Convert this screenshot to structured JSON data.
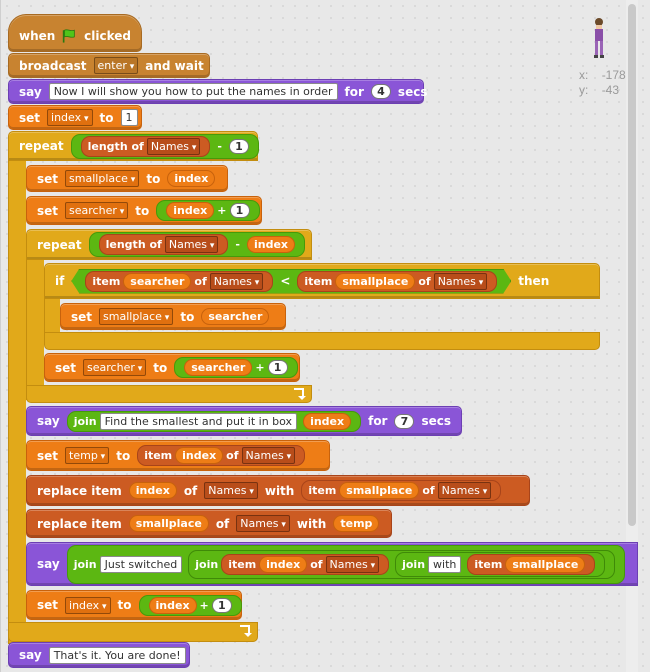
{
  "stage": {
    "x_label": "x:",
    "x_value": "-178",
    "y_label": "y:",
    "y_value": "-43",
    "sprite_icon": "sprite-girl-icon"
  },
  "colors": {
    "events": "#c88330",
    "looks": "#8a55d7",
    "data": "#ee7d16",
    "list": "#cc5b22",
    "control": "#e1a91a",
    "operators": "#5cb712"
  },
  "script": {
    "when_flag": {
      "when": "when",
      "clicked": "clicked",
      "icon": "green-flag-icon"
    },
    "broadcast": {
      "label": "broadcast",
      "message": "enter",
      "suffix": "and wait"
    },
    "say1": {
      "label": "say",
      "text": "Now I will show you how to put the names in order",
      "for": "for",
      "secs_value": "4",
      "secs": "secs"
    },
    "set_index1": {
      "label": "set",
      "var": "index",
      "to": "to",
      "value": "1"
    },
    "repeat_outer": {
      "label": "repeat",
      "length": "length",
      "of": "of",
      "list": "Names",
      "minus": "-",
      "value": "1"
    },
    "set_smallplace1": {
      "label": "set",
      "var": "smallplace",
      "to": "to",
      "reporter": "index"
    },
    "set_searcher1": {
      "label": "set",
      "var": "searcher",
      "to": "to",
      "reporter": "index",
      "plus": "+",
      "value": "1"
    },
    "repeat_inner": {
      "label": "repeat",
      "length": "length",
      "of": "of",
      "list": "Names",
      "minus": "-",
      "reporter": "index"
    },
    "if": {
      "label": "if",
      "item1": "item",
      "index1": "searcher",
      "of1": "of",
      "list1": "Names",
      "lt": "<",
      "item2": "item",
      "index2": "smallplace",
      "of2": "of",
      "list2": "Names",
      "then": "then"
    },
    "set_smallplace2": {
      "label": "set",
      "var": "smallplace",
      "to": "to",
      "reporter": "searcher"
    },
    "set_searcher2": {
      "label": "set",
      "var": "searcher",
      "to": "to",
      "reporter": "searcher",
      "plus": "+",
      "value": "1"
    },
    "say2": {
      "label": "say",
      "join": "join",
      "text": "Find the smallest and put it in box",
      "reporter": "index",
      "for": "for",
      "secs_value": "7",
      "secs": "secs"
    },
    "set_temp": {
      "label": "set",
      "var": "temp",
      "to": "to",
      "item": "item",
      "index": "index",
      "of": "of",
      "list": "Names"
    },
    "replace1": {
      "label": "replace item",
      "index": "index",
      "of": "of",
      "list": "Names",
      "with": "with",
      "item": "item",
      "index2": "smallplace",
      "of2": "of",
      "list2": "Names"
    },
    "replace2": {
      "label": "replace item",
      "index": "smallplace",
      "of": "of",
      "list": "Names",
      "with": "with",
      "reporter": "temp"
    },
    "say3": {
      "label": "say",
      "join1": "join",
      "text1": "Just switched",
      "join2": "join",
      "item1": "item",
      "index1": "index",
      "of1": "of",
      "list1": "Names",
      "join3": "join",
      "text2": "with",
      "item2": "item",
      "index2": "smallplace"
    },
    "set_index2": {
      "label": "set",
      "var": "index",
      "to": "to",
      "reporter": "index",
      "plus": "+",
      "value": "1"
    },
    "say4": {
      "label": "say",
      "text": "That's it. You are done!"
    }
  }
}
